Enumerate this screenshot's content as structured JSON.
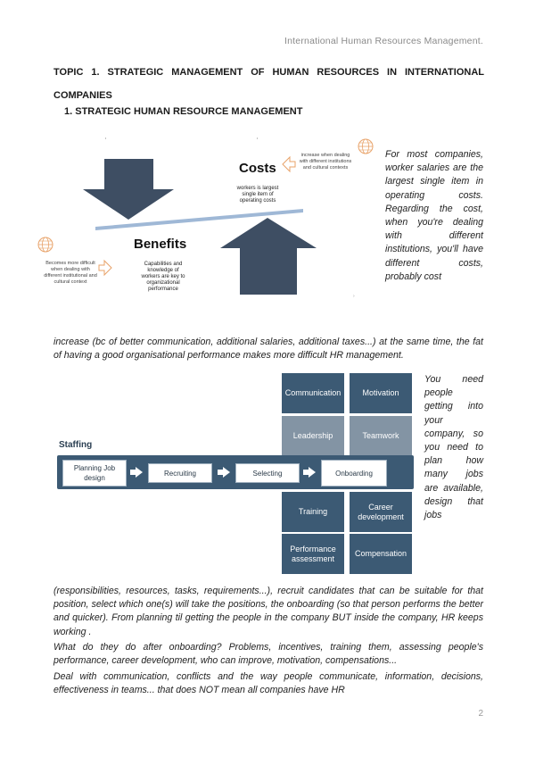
{
  "header": {
    "running_title": "International Human Resources Management."
  },
  "topic": {
    "title": "TOPIC 1. STRATEGIC MANAGEMENT OF HUMAN RESOURCES IN INTERNATIONAL COMPANIES"
  },
  "section": {
    "title": "1.   STRATEGIC HUMAN RESOURCE MANAGEMENT"
  },
  "figure1": {
    "costs_label": "Costs",
    "costs_desc": [
      "workers is largest",
      "single item of",
      "operating costs"
    ],
    "costs_note": [
      "increase when dealing",
      "with different institutions",
      "and cultural contexts"
    ],
    "benefits_label": "Benefits",
    "benefits_desc": [
      "Capabilities and",
      "knowledge of",
      "workers are key to",
      "organizational",
      "performance"
    ],
    "benefits_note": [
      "Becomes more difficult",
      "when dealing with",
      "different institutional and",
      "cultural context"
    ],
    "colors": {
      "arrow": "#3e4e63",
      "beam": "#9fb8d6"
    },
    "icons": [
      "globe-icon",
      "globe-icon"
    ]
  },
  "para1": {
    "right": "For most companies, worker salaries are the largest single item in operating costs. Regarding the cost, when you're dealing with different institutions, you'll have different costs, probably cost",
    "full": "increase (bc of better communication, additional salaries, additional taxes...) at the same time, the fat of having a good organisational performance makes more difficult HR management."
  },
  "figure2": {
    "staffing_label": "Staffing",
    "flow_steps": [
      "Planning Job design",
      "Recruiting",
      "Selecting",
      "Onboarding"
    ],
    "grid": [
      {
        "label": "Communication",
        "faded": false
      },
      {
        "label": "Motivation",
        "faded": false
      },
      {
        "label": "Leadership",
        "faded": true
      },
      {
        "label": "Teamwork",
        "faded": true
      },
      {
        "label": "Training",
        "faded": false
      },
      {
        "label": "Career development",
        "faded": false
      },
      {
        "label": "Performance assessment",
        "faded": false
      },
      {
        "label": "Compensation",
        "faded": false
      }
    ],
    "colors": {
      "box": "#3c5a74",
      "box_faded": "#8394a4"
    }
  },
  "para2": {
    "right": "You need people getting into your company, so you need to plan how many jobs are available, design that jobs",
    "full": "(responsibilities, resources, tasks, requirements...), recruit candidates that can be suitable for that position, select which one(s) will take the positions, the onboarding (so that person performs the better and quicker). From planning til getting the people in the company BUT inside the company, HR keeps working ."
  },
  "para3": {
    "text": "What do they do after onboarding? Problems, incentives, training them, assessing people's performance, career development, who can improve, motivation, compensations..."
  },
  "para4": {
    "text": "Deal with communication, conflicts and the way people communicate, information, decisions, effectiveness in teams... that does NOT mean all companies have HR"
  },
  "footer": {
    "page_number": "2"
  }
}
